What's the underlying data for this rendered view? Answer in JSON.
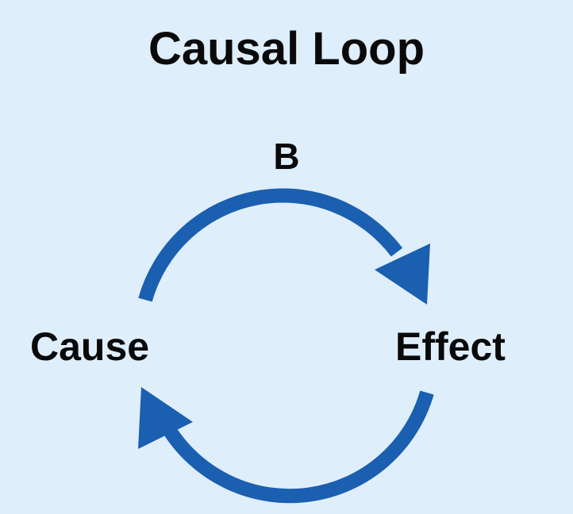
{
  "title": "Causal Loop",
  "loop_label": "B",
  "nodes": {
    "cause": "Cause",
    "effect": "Effect"
  },
  "colors": {
    "background": "#dfeefb",
    "arrow": "#1a5fb0",
    "text": "#0a0a0a"
  }
}
